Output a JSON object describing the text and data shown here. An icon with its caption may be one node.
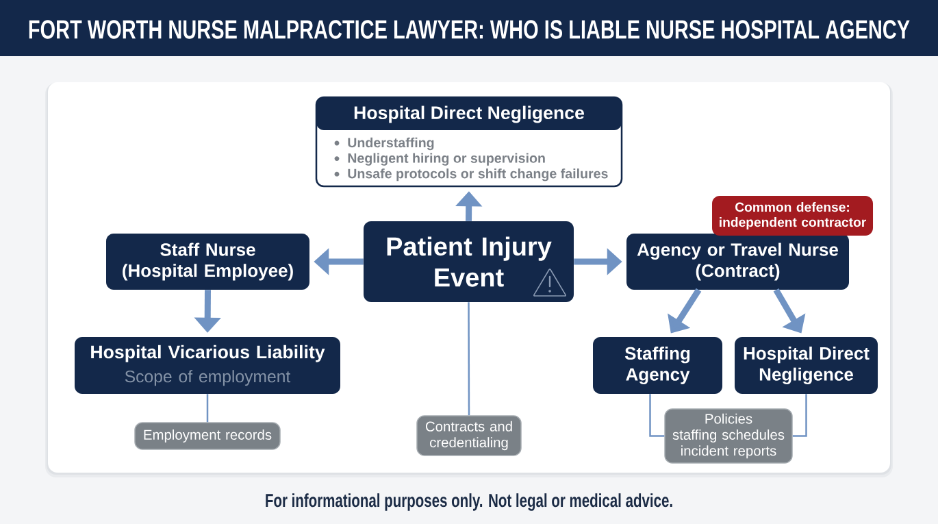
{
  "diagram": {
    "title": "FORT WORTH NURSE MALPRACTICE LAWYER: WHO IS LIABLE NURSE HOSPITAL AGENCY",
    "nodes": [
      {
        "text": [
          "Hospital Direct Negligence",
          "Understaffing",
          "Negligent hiring or supervision",
          "Unsafe protocols or shift change failures"
        ]
      },
      {
        "text": [
          "Common defense: independent contractor"
        ]
      },
      {
        "text": [
          "Staff Nurse (Hospital Employee)"
        ]
      },
      {
        "text": [
          "Patient Injury Event"
        ]
      },
      {
        "text": [
          "Agency or Travel Nurse (Contract)"
        ]
      },
      {
        "text": [
          "Hospital Vicarious Liability",
          "Scope of employment"
        ]
      },
      {
        "text": [
          "Staffing Agency"
        ]
      },
      {
        "text": [
          "Hospital Direct Negligence"
        ]
      },
      {
        "text": [
          "Employment records"
        ]
      },
      {
        "text": [
          "Contracts and credentialing"
        ]
      },
      {
        "text": [
          "Policies staffing schedules incident reports"
        ]
      }
    ],
    "edges": [
      {
        "from": 3,
        "to": 0,
        "arrow": "to"
      },
      {
        "from": 3,
        "to": 2,
        "arrow": "to"
      },
      {
        "from": 3,
        "to": 4,
        "arrow": "to"
      },
      {
        "from": 2,
        "to": 5,
        "arrow": "to"
      },
      {
        "from": 4,
        "to": 6,
        "arrow": "to"
      },
      {
        "from": 4,
        "to": 7,
        "arrow": "to"
      },
      {
        "from": 5,
        "to": 8,
        "arrow": "none"
      },
      {
        "from": 3,
        "to": 9,
        "arrow": "none"
      },
      {
        "from": 6,
        "to": 10,
        "arrow": "none"
      },
      {
        "from": 7,
        "to": 10,
        "arrow": "none"
      }
    ],
    "caption": "For informational purposes only. Not legal or medical advice."
  }
}
